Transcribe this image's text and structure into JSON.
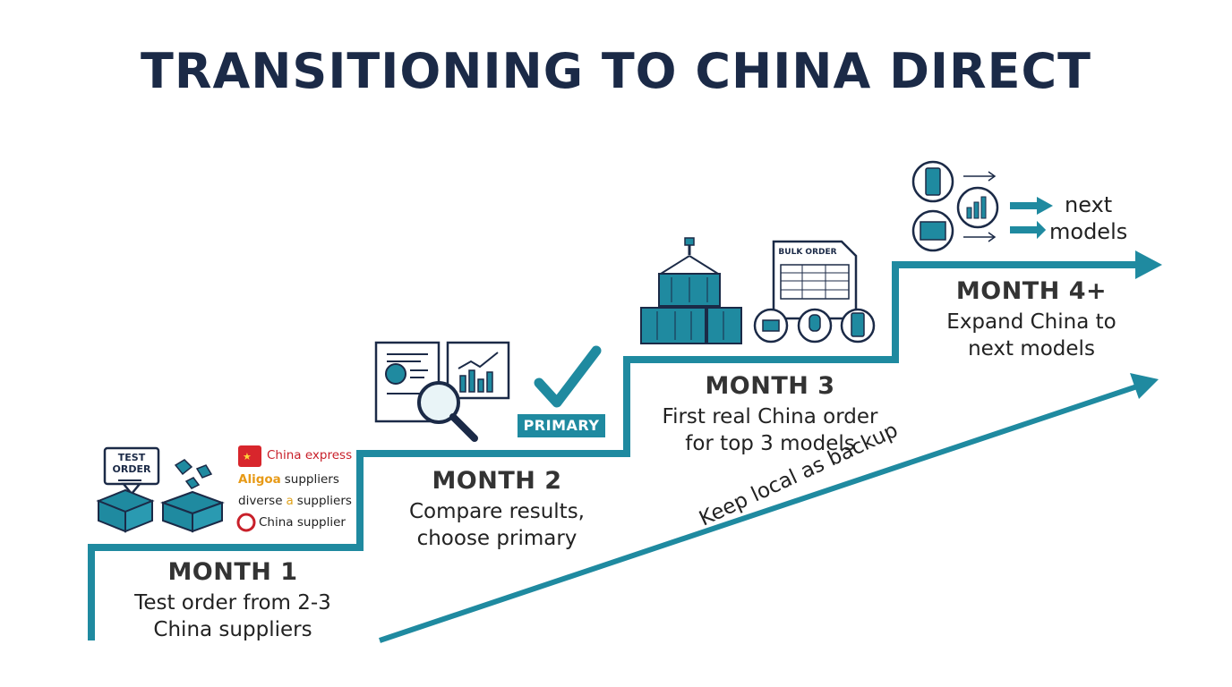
{
  "title": "TRANSITIONING TO CHINA DIRECT",
  "colors": {
    "accent": "#1f8aa0",
    "navy": "#1b2a47",
    "text": "#2f2f2f"
  },
  "steps": [
    {
      "heading": "MONTH 1",
      "line1": "Test order from 2-3",
      "line2": "China suppliers"
    },
    {
      "heading": "MONTH 2",
      "line1": "Compare results,",
      "line2": "choose primary"
    },
    {
      "heading": "MONTH 3",
      "line1": "First real China order",
      "line2": "for top 3 models"
    },
    {
      "heading": "MONTH 4+",
      "line1": "Expand China to",
      "line2": "next models"
    }
  ],
  "test_order_label": {
    "line1": "TEST",
    "line2": "ORDER"
  },
  "suppliers": [
    {
      "text": "China express",
      "icon": "china-flag-icon"
    },
    {
      "brand": "Aligoa",
      "text": "suppliers"
    },
    {
      "pre": "diverse",
      "mark": "a",
      "text": "suppliers"
    },
    {
      "text": "China supplier",
      "icon": "red-logo-icon"
    }
  ],
  "primary_badge": "PRIMARY",
  "bulk_order_label": "BULK ORDER",
  "next_models": {
    "line1": "next",
    "line2": "models"
  },
  "backup_label": "Keep local as backup",
  "icons": [
    "test-order-icon",
    "open-box-icon",
    "cubes-icon",
    "report-icon",
    "magnifier-icon",
    "checkmark-icon",
    "container-crane-icon",
    "bulk-order-document-icon",
    "phone-icon",
    "chart-icon",
    "box-icon",
    "arrow-icon"
  ]
}
